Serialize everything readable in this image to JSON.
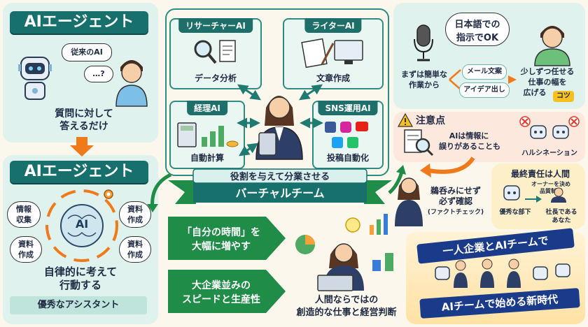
{
  "left": {
    "banner1": "AIエージェント",
    "bubble_old": "従来のAI",
    "bubble_q": "…?",
    "caption_old_line1": "質問に対して",
    "caption_old_line2": "答えるだけ",
    "banner2": "AIエージェント",
    "brain_label": "AI",
    "task_tl": "情報\n収集",
    "task_tr": "資料\n作成",
    "task_bl": "資料\n作成",
    "task_br": "資料\n作成",
    "auto_line1": "自律的に考えて",
    "auto_line2": "行動する",
    "assistant": "優秀なアシスタント"
  },
  "team": {
    "cards": [
      {
        "title": "リサーチャーAI",
        "label": "データ分析"
      },
      {
        "title": "ライターAI",
        "label": "文章作成"
      },
      {
        "title": "経理AI",
        "label": "自動計算"
      },
      {
        "title": "SNS運用AI",
        "label": "投稿自動化"
      }
    ],
    "ribbon_top": "役割を与えて分業させる",
    "ribbon_bottom": "バーチャルチーム"
  },
  "benefits": {
    "b1_line1": "「自分の時間」を",
    "b1_line2": "大幅に増やす",
    "b2_line1": "大企業並みの",
    "b2_line2": "スピードと生産性",
    "human_line1": "人間ならではの",
    "human_line2": "創造的な仕事と経営判断"
  },
  "instruction": {
    "bubble_line1": "日本語での",
    "bubble_line2": "指示でOK",
    "start_line1": "まずは簡単な",
    "start_line2": "作業から",
    "pill_mail": "メール文案",
    "pill_idea": "アイデア出し",
    "grow_line1": "少しずつ任せる",
    "grow_line2": "仕事の幅を",
    "grow_line3": "広げる",
    "tip": "コツ"
  },
  "caution": {
    "title": "注意点",
    "err_line1": "AIは情報に",
    "err_line2": "誤りがあることも",
    "hallucination": "ハルシネーション",
    "check_line1": "鵜呑みにせず",
    "check_line2": "必ず確認",
    "check_line3": "(ファクトチェック)",
    "resp_title": "最終責任は人間",
    "resp_note_line1": "オーナーを決め",
    "resp_note_line2": "品質制御",
    "subordinate": "優秀な部下",
    "boss_line1": "社長である",
    "boss_line2": "あなた"
  },
  "future": {
    "banner_top": "一人企業とAIチームで",
    "banner_bottom": "AIチームで始める新時代"
  },
  "colors": {
    "teal": "#17706b",
    "green": "#1f8c47",
    "orange": "#f07a1a",
    "cream": "#fbf7ec",
    "mint": "#dff2ee",
    "pink": "#fde8de"
  }
}
